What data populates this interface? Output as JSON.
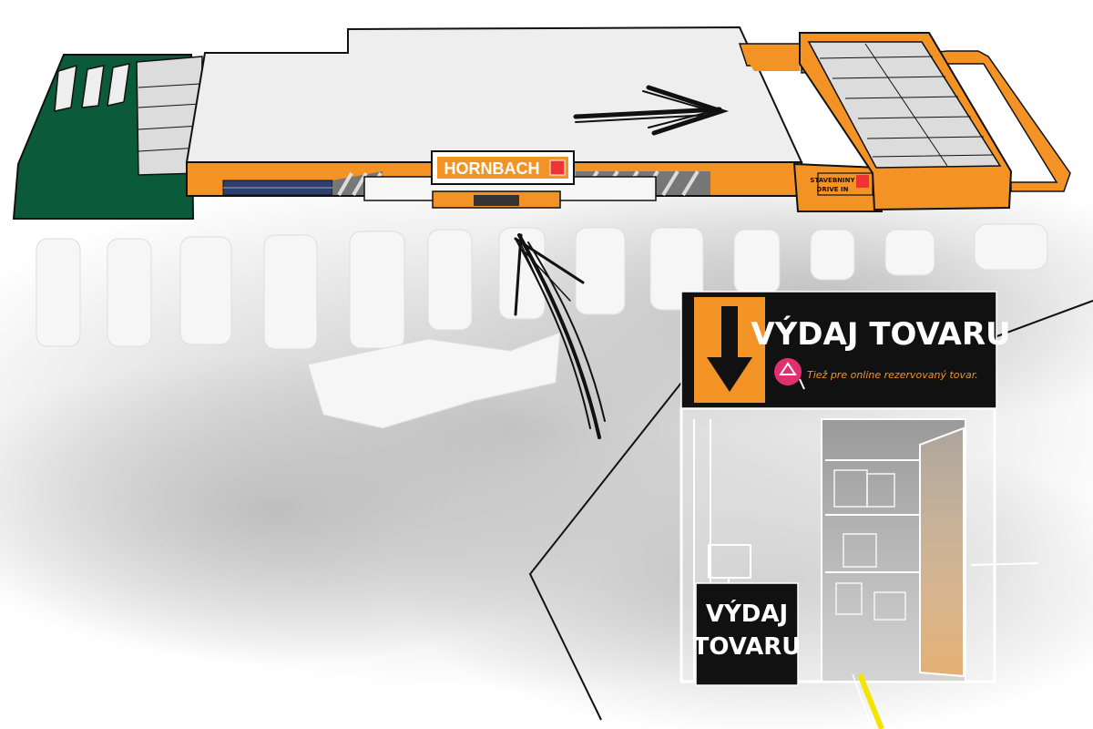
{
  "store": {
    "brand_name": "HORNBACH",
    "drive_in_label_line1": "STAVEBNINY",
    "drive_in_label_line2": "DRIVE IN"
  },
  "pickup_sign": {
    "title": "VÝDAJ TOVARU",
    "subtitle": "Tiež pre online rezervovaný tovar.",
    "icon": "down-arrow-icon",
    "badge_icon": "online-reservation-icon"
  },
  "counter_sign": {
    "line1": "VÝDAJ",
    "line2": "TOVARU"
  },
  "colors": {
    "orange": "#f39325",
    "green": "#0b5a3a",
    "black": "#111111",
    "pink": "#e0316e",
    "yellow": "#f5e400"
  }
}
